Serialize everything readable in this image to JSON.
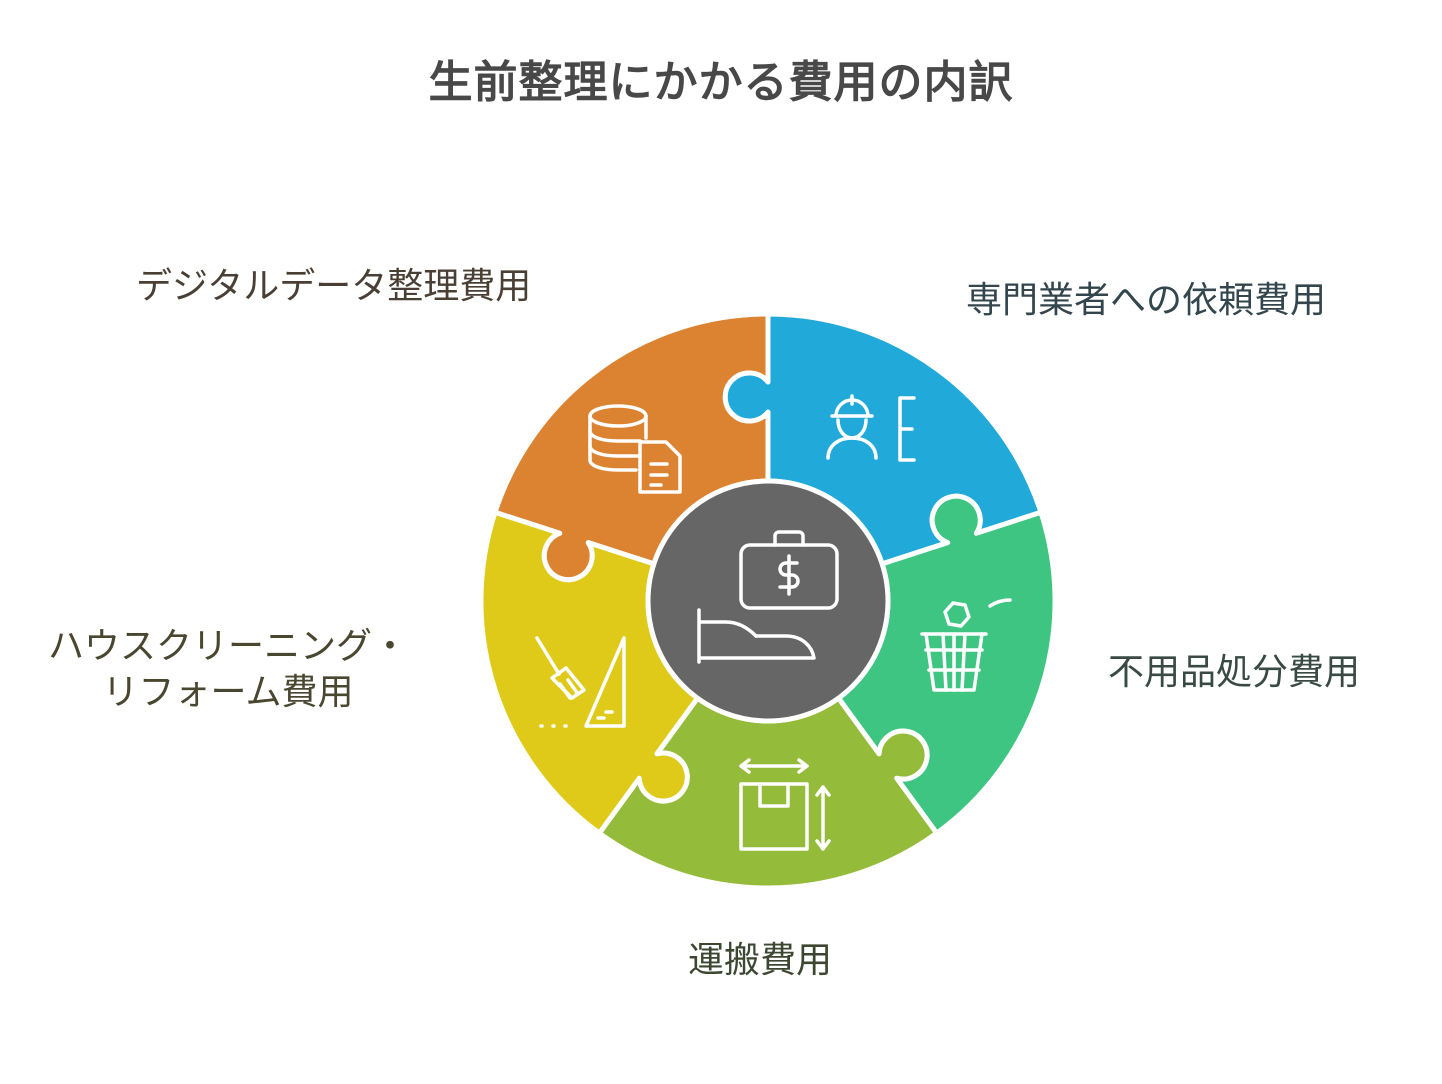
{
  "title": "生前整理にかかる費用の内訳",
  "center": {
    "icon": "money-briefcase-hand-icon",
    "color": "#666666"
  },
  "segments": [
    {
      "id": "digital",
      "label": "デジタルデータ整理費用",
      "color": "#DC8331",
      "icon": "database-document-icon"
    },
    {
      "id": "professional",
      "label": "専門業者への依頼費用",
      "color": "#21A9DA",
      "icon": "worker-clipboard-icon"
    },
    {
      "id": "waste",
      "label": "不用品処分費用",
      "color": "#3FC582",
      "icon": "trash-basket-icon"
    },
    {
      "id": "transport",
      "label": "運搬費用",
      "color": "#95BB3A",
      "icon": "box-dimensions-icon"
    },
    {
      "id": "cleaning",
      "label_lines": [
        "ハウスクリーニング・",
        "リフォーム費用"
      ],
      "color": "#DFCA19",
      "icon": "broom-ruler-icon"
    }
  ]
}
